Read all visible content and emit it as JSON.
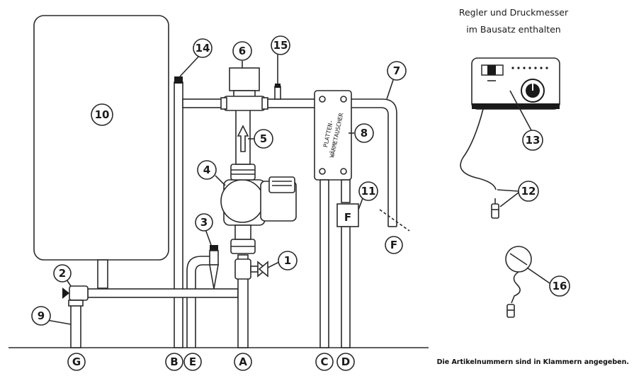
{
  "caption": {
    "line1": "Regler und Druckmesser",
    "line2": "im Bausatz enthalten"
  },
  "footnote": "Die Artikelnummern sind in Klammern angegeben.",
  "plate_exchanger_text": {
    "line1": "PLATTEN-",
    "line2": "WÄRMETAUSCHER"
  },
  "flow_box_label": "F",
  "item_numbers": [
    "1",
    "2",
    "3",
    "4",
    "5",
    "6",
    "7",
    "8",
    "9",
    "10",
    "11",
    "12",
    "13",
    "14",
    "15",
    "16"
  ],
  "connection_letters": [
    "A",
    "B",
    "C",
    "D",
    "E",
    "F",
    "G"
  ]
}
